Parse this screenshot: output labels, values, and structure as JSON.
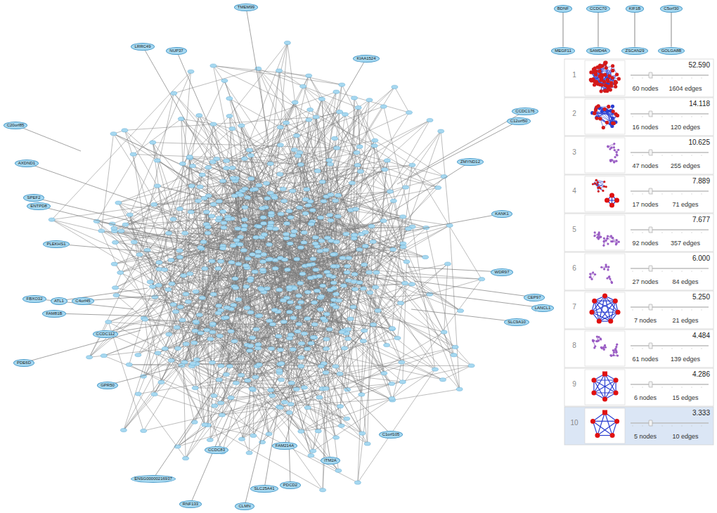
{
  "diagram": {
    "nodes": [
      {
        "text": [
          "TMEM99"
        ]
      },
      {
        "text": [
          "LRRC49"
        ]
      },
      {
        "text": [
          "NUP37"
        ]
      },
      {
        "text": [
          "KIAA1524"
        ]
      },
      {
        "text": [
          "CCDC176"
        ]
      },
      {
        "text": [
          "C12orf50"
        ]
      },
      {
        "text": [
          "C20orf85"
        ]
      },
      {
        "text": [
          "AXDND1"
        ]
      },
      {
        "text": [
          "SPEF2"
        ]
      },
      {
        "text": [
          "ENTPD8"
        ]
      },
      {
        "text": [
          "PLEKHS1"
        ]
      },
      {
        "text": [
          "C4orf45"
        ]
      },
      {
        "text": [
          "ATL1"
        ]
      },
      {
        "text": [
          "FBXO32"
        ]
      },
      {
        "text": [
          "FAM81B"
        ]
      },
      {
        "text": [
          "PDE6D"
        ]
      },
      {
        "text": [
          "CCDC112"
        ]
      },
      {
        "text": [
          "GPR50"
        ]
      },
      {
        "text": [
          "ENSG00000216937"
        ]
      },
      {
        "text": [
          "RNF133"
        ]
      },
      {
        "text": [
          "CCDC83"
        ]
      },
      {
        "text": [
          "CLMN"
        ]
      },
      {
        "text": [
          "SLC25A41"
        ]
      },
      {
        "text": [
          "PDCD2"
        ]
      },
      {
        "text": [
          "FAM214A"
        ]
      },
      {
        "text": [
          "ITM2A"
        ]
      },
      {
        "text": [
          "ZMYND12"
        ]
      },
      {
        "text": [
          "KANK1"
        ]
      },
      {
        "text": [
          "WDR97"
        ]
      },
      {
        "text": [
          "CEP97"
        ]
      },
      {
        "text": [
          "LANCL1"
        ]
      },
      {
        "text": [
          "SLC9A10"
        ]
      },
      {
        "text": [
          "C1orf105"
        ]
      },
      {
        "text": [
          "BDNF"
        ]
      },
      {
        "text": [
          "MEGF11"
        ]
      },
      {
        "text": [
          "CCDC70"
        ]
      },
      {
        "text": [
          "SAMD4A"
        ]
      },
      {
        "text": [
          "KIF1B"
        ]
      },
      {
        "text": [
          "ZSCAN29"
        ]
      },
      {
        "text": [
          "C5orf30"
        ]
      },
      {
        "text": [
          "GOLGA8B"
        ]
      }
    ],
    "edges": [
      {
        "from": 33,
        "to": 34,
        "arrow": "none"
      },
      {
        "from": 35,
        "to": 36,
        "arrow": "none"
      },
      {
        "from": 37,
        "to": 38,
        "arrow": "none"
      },
      {
        "from": 39,
        "to": 40,
        "arrow": "none"
      }
    ],
    "labels": [
      "1",
      "52.590",
      "60 nodes",
      "1604 edges",
      "2",
      "14.118",
      "16 nodes",
      "120 edges",
      "3",
      "10.625",
      "47 nodes",
      "255 edges",
      "4",
      "7.889",
      "17 nodes",
      "71 edges",
      "5",
      "7.677",
      "92 nodes",
      "357 edges",
      "6",
      "6.000",
      "27 nodes",
      "84 edges",
      "7",
      "5.250",
      "7 nodes",
      "21 edges",
      "8",
      "4.484",
      "61 nodes",
      "139 edges",
      "9",
      "4.286",
      "6 nodes",
      "15 edges",
      "10",
      "3.333",
      "5 nodes",
      "10 edges"
    ]
  }
}
